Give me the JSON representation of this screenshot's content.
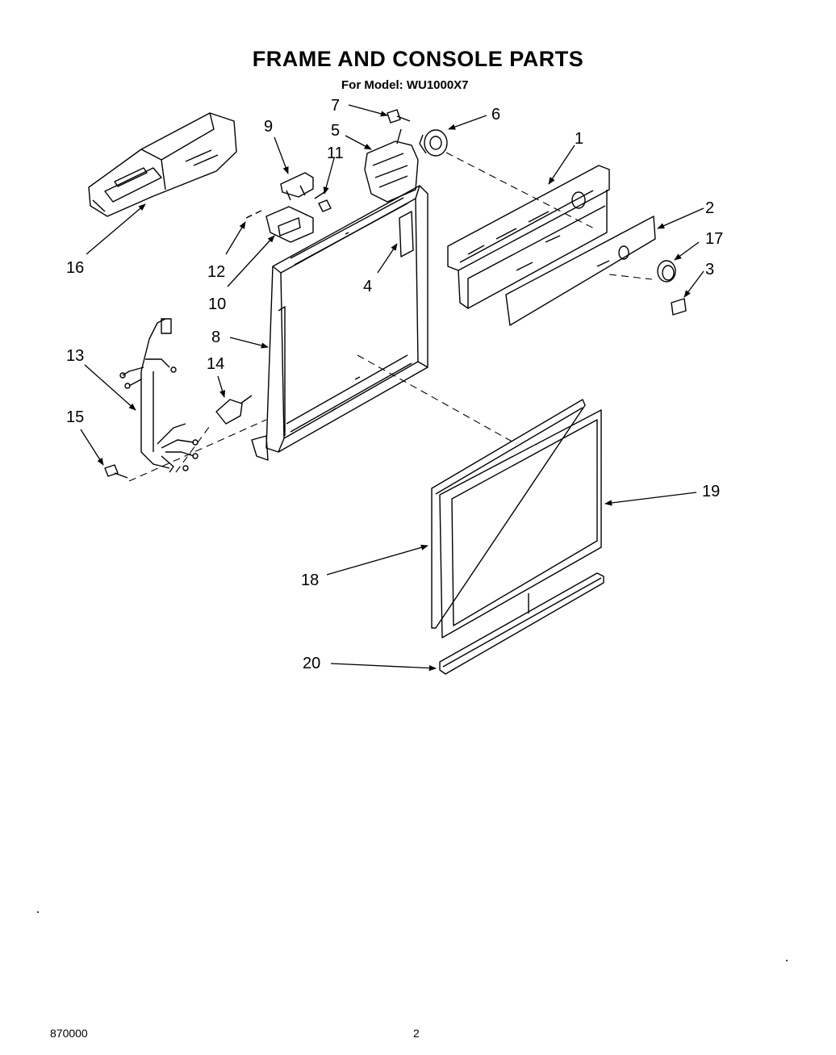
{
  "title": "FRAME AND CONSOLE PARTS",
  "subtitle": "For Model: WU1000X7",
  "callouts": {
    "c1": "1",
    "c2": "2",
    "c3": "3",
    "c4": "4",
    "c5": "5",
    "c6": "6",
    "c7": "7",
    "c8": "8",
    "c9": "9",
    "c10": "10",
    "c11": "11",
    "c12": "12",
    "c13": "13",
    "c14": "14",
    "c15": "15",
    "c16": "16",
    "c17": "17",
    "c18": "18",
    "c19": "19",
    "c20": "20"
  },
  "footer": {
    "doc_number": "870000",
    "page_number": "2"
  }
}
